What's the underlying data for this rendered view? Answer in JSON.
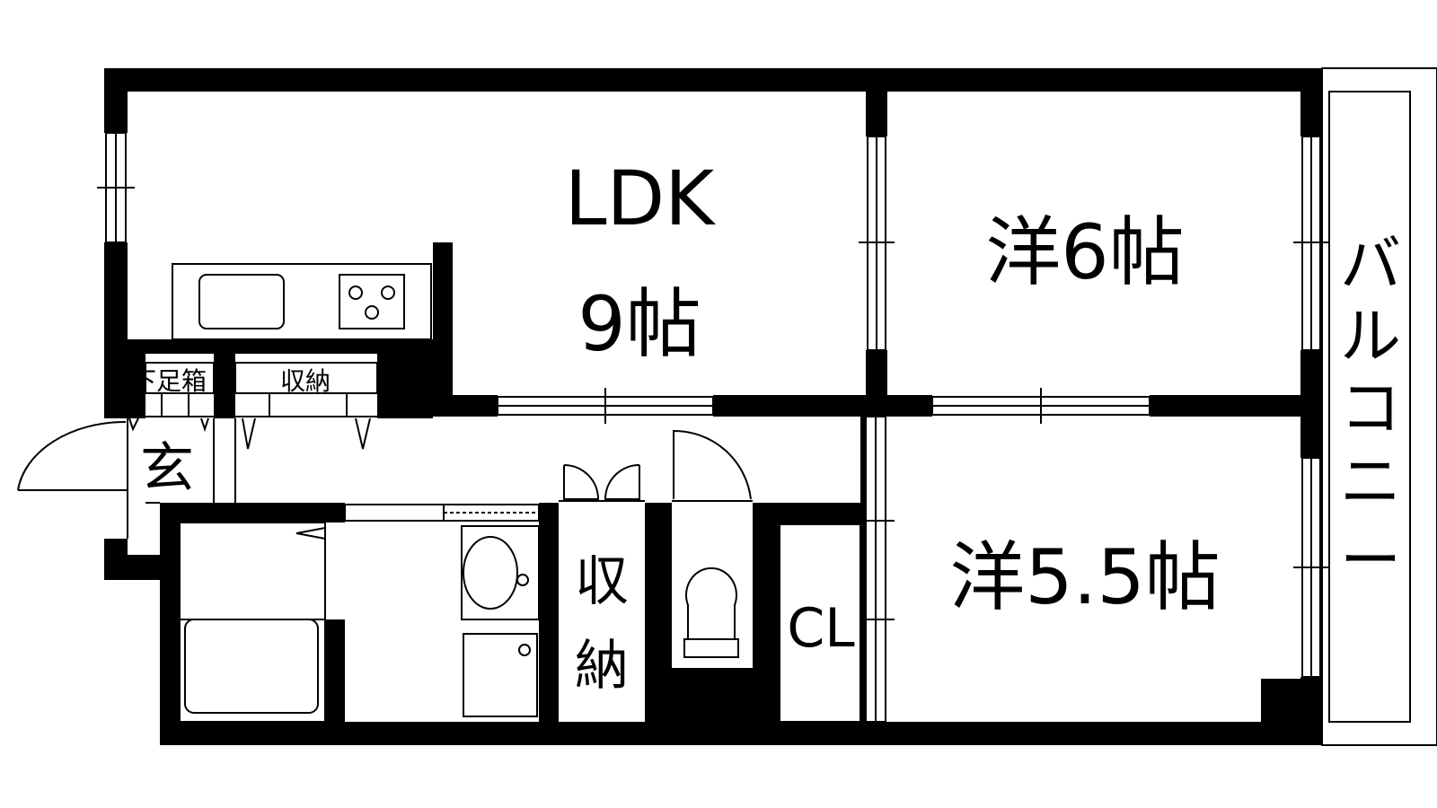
{
  "rooms": {
    "ldk": {
      "name": "LDK",
      "size": "9帖"
    },
    "western_6": "洋6帖",
    "western_5_5": "洋5.5帖",
    "storage": [
      "収",
      "納"
    ],
    "closet": "CL",
    "entrance": "玄"
  },
  "fixtures": {
    "shoe_box": "下足箱",
    "hall_storage": "収納"
  },
  "balcony": [
    "バ",
    "ル",
    "コ",
    "ニ",
    "ー"
  ],
  "colors": {
    "wall": "#000000",
    "background": "#ffffff"
  }
}
